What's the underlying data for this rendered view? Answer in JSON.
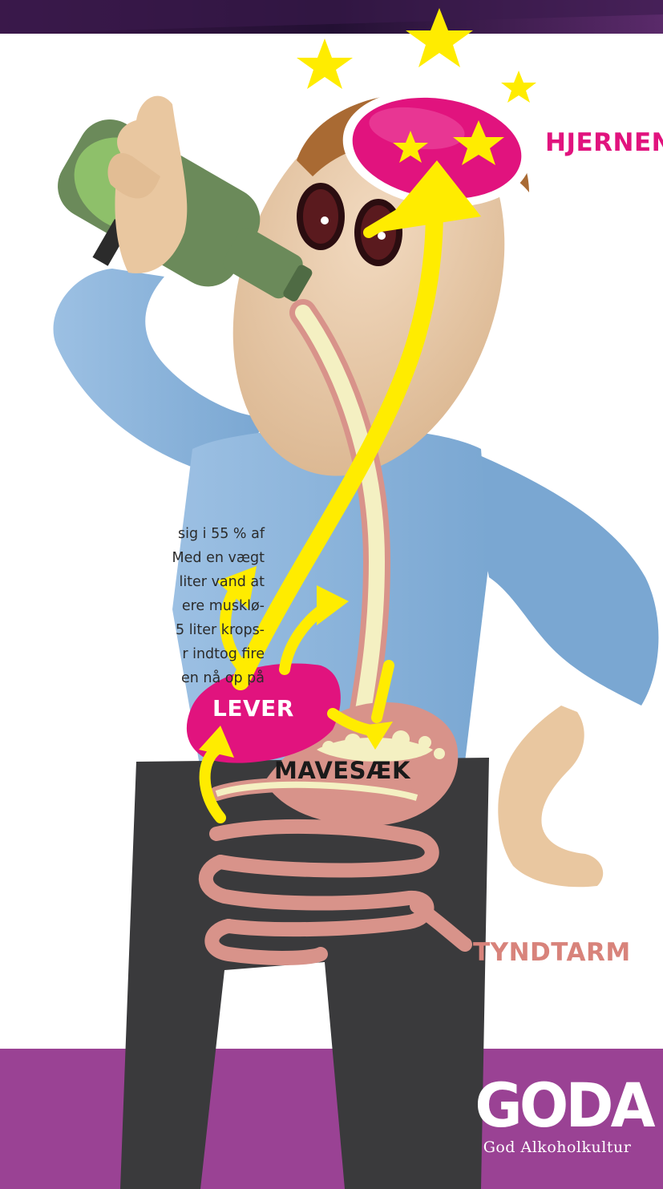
{
  "labels": {
    "brain": "HJERNEN",
    "liver": "LEVER",
    "stomach": "MAVESÆK",
    "small_intestine": "TYNDTARM"
  },
  "body_text": [
    "sig i 55 % af",
    "Med en vægt",
    "liter vand at",
    "ere musklø-",
    "5 liter krops-",
    "r indtog fire",
    "en nå op på"
  ],
  "logo": {
    "wordmark": "GODA",
    "tagline": "God Alkoholkultur"
  },
  "colors": {
    "header_band": "#2d1238",
    "footer_band": "#9a4294",
    "brain": "#e1137e",
    "arrows": "#ffec00",
    "shirt": "#8fb6dc",
    "trousers": "#3a3a3c",
    "skin": "#e9c7a0",
    "hair": "#a96a33",
    "bottle": "#6b8a5a",
    "intestine": "#d8938a"
  }
}
